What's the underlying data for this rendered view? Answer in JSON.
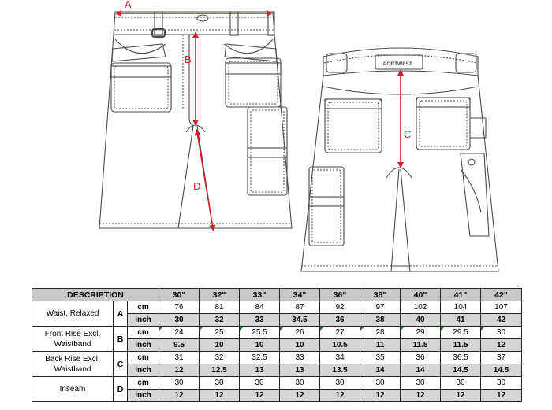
{
  "diagram": {
    "letters": {
      "a": "A",
      "b": "B",
      "c": "C",
      "d": "D"
    },
    "brand_label": "PORTWEST",
    "colors": {
      "arrow": "#d11f2a",
      "line": "#4a4a4a"
    }
  },
  "table": {
    "header_label": "DESCRIPTION",
    "sizes": [
      "30\"",
      "32\"",
      "33\"",
      "34\"",
      "36\"",
      "38\"",
      "40\"",
      "41\"",
      "42\""
    ],
    "rows": [
      {
        "description": "Waist, Relaxed",
        "letter": "A",
        "cm_label": "cm",
        "inch_label": "inch",
        "cm": [
          "76",
          "81",
          "84",
          "87",
          "92",
          "97",
          "102",
          "104",
          "107"
        ],
        "inch": [
          "30",
          "32",
          "33",
          "34.5",
          "36",
          "38",
          "40",
          "41",
          "42"
        ]
      },
      {
        "description": "Front Rise Excl. Waistband",
        "letter": "B",
        "cm_label": "cm",
        "inch_label": "inch",
        "cm": [
          "24",
          "25",
          "25.5",
          "26",
          "27",
          "28",
          "29",
          "29.5",
          "30"
        ],
        "inch": [
          "9.5",
          "10",
          "10",
          "10",
          "10.5",
          "11",
          "11.5",
          "11.5",
          "12"
        ]
      },
      {
        "description": "Back Rise Excl. Waistband",
        "letter": "C",
        "cm_label": "cm",
        "inch_label": "inch",
        "cm": [
          "31",
          "32",
          "32.5",
          "33",
          "34",
          "35",
          "36",
          "36.5",
          "37"
        ],
        "inch": [
          "12",
          "12.5",
          "13",
          "13",
          "13.5",
          "14",
          "14",
          "14.5",
          "14.5"
        ]
      },
      {
        "description": "Inseam",
        "letter": "D",
        "cm_label": "cm",
        "inch_label": "inch",
        "cm": [
          "30",
          "30",
          "30",
          "30",
          "30",
          "30",
          "30",
          "30",
          "30"
        ],
        "inch": [
          "12",
          "12",
          "12",
          "12",
          "12",
          "12",
          "12",
          "12",
          "12"
        ]
      }
    ]
  }
}
